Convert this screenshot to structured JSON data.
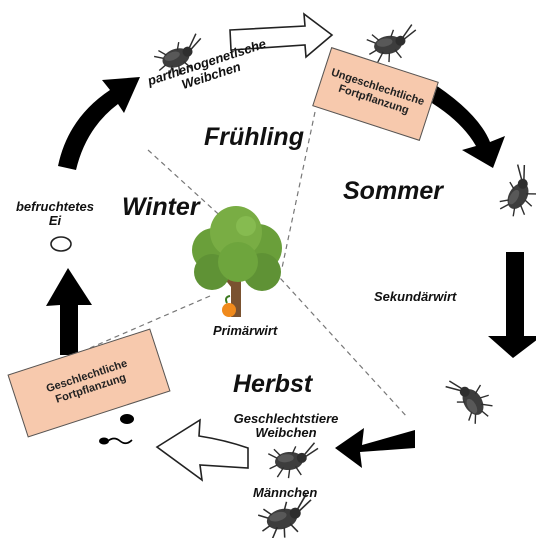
{
  "seasons": {
    "spring": "Frühling",
    "summer": "Sommer",
    "autumn": "Herbst",
    "winter": "Winter"
  },
  "labels": {
    "parthenogenetic_line1": "parthenogenetische",
    "parthenogenetic_line2": "Weibchen",
    "fertilized_egg_line1": "befruchtetes",
    "fertilized_egg_line2": "Ei",
    "secondary_host": "Sekundärwirt",
    "primary_host": "Primärwirt",
    "sexual_morphs_line1": "Geschlechtstiere",
    "sexual_morphs_line2": "Weibchen",
    "males": "Männchen"
  },
  "boxes": {
    "asexual_line1": "Ungeschlechtliche",
    "asexual_line2": "Fortpflanzung",
    "sexual_line1": "Geschlechtliche",
    "sexual_line2": "Fortpflanzung"
  },
  "colors": {
    "box_fill": "#f7c9ad",
    "arrow_dark": "#000000",
    "arrow_outline": "#ffffff",
    "tree_leaves": "#6a9f3a",
    "tree_trunk": "#7a5230",
    "fruit": "#f08a1c",
    "aphid": "#3a3a3a"
  },
  "icons": [
    "aphid-icon",
    "tree-icon",
    "orange-icon",
    "egg-icon",
    "sperm-icon"
  ]
}
